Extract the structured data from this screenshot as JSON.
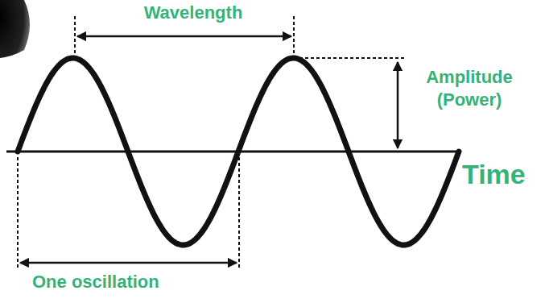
{
  "diagram": {
    "labels": [
      "Wavelength",
      "Amplitude (Power)",
      "Time",
      "One oscillation"
    ]
  }
}
